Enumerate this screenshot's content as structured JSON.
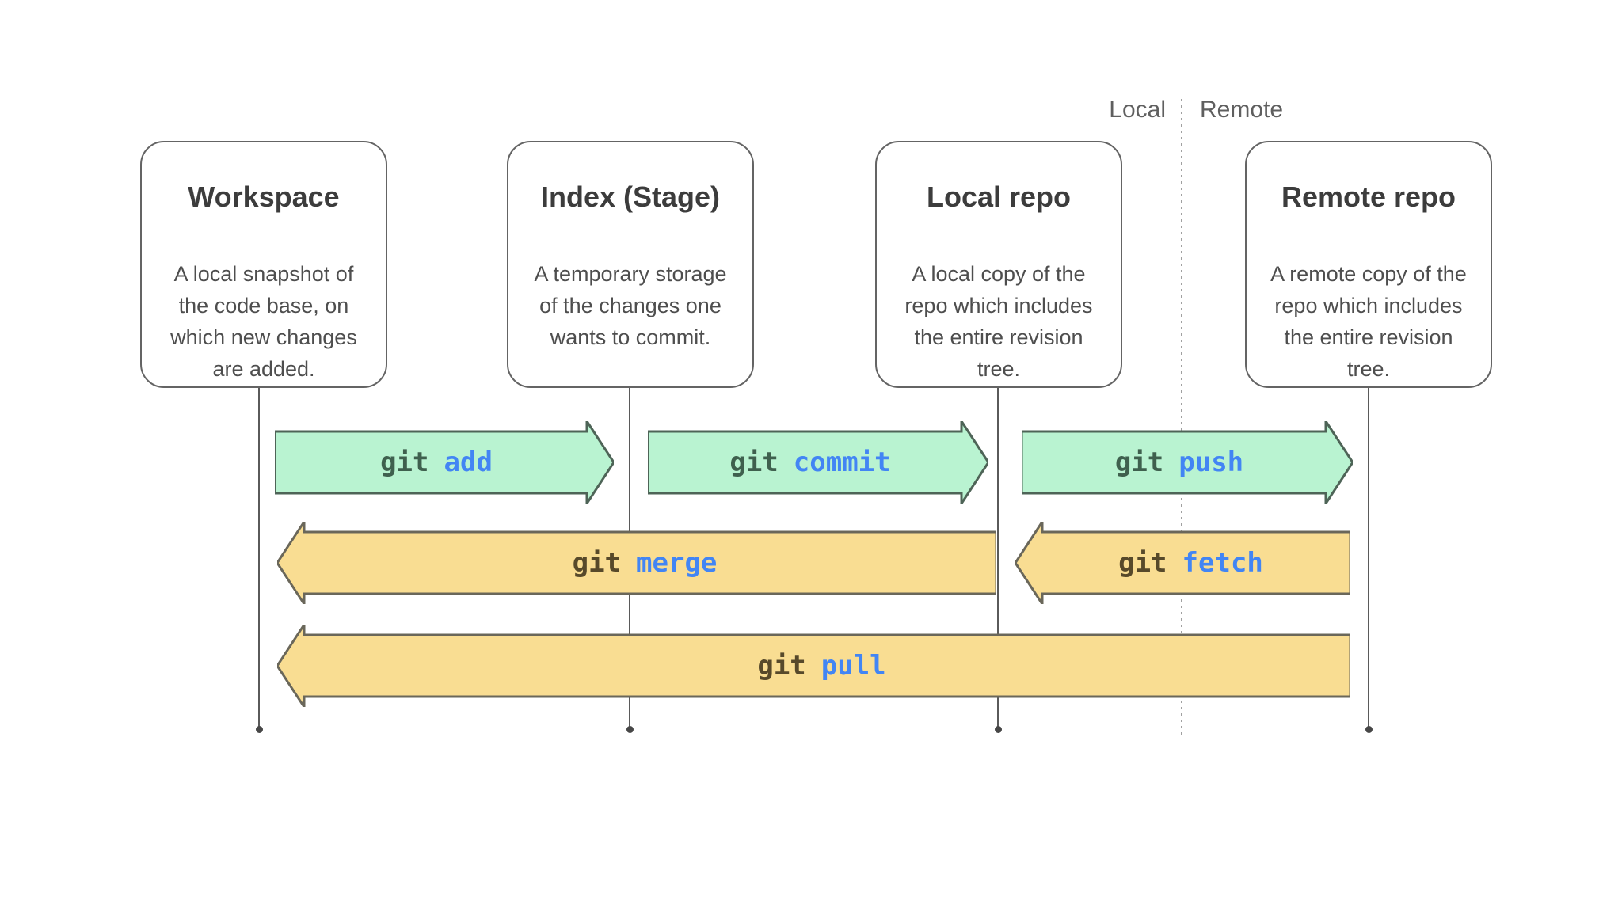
{
  "lanes": {
    "local": "Local",
    "remote": "Remote"
  },
  "nodes": [
    {
      "id": "workspace",
      "title": "Workspace",
      "description": "A local snapshot of the code base, on which new changes are added."
    },
    {
      "id": "index-stage",
      "title": "Index (Stage)",
      "description": "A temporary storage of the changes one wants to commit."
    },
    {
      "id": "local-repo",
      "title": "Local repo",
      "description": "A local copy of the repo which includes the entire revision tree."
    },
    {
      "id": "remote-repo",
      "title": "Remote repo",
      "description": "A remote copy of the repo which includes the entire revision tree."
    }
  ],
  "arrows": [
    {
      "prefix": "git",
      "command": "add",
      "direction": "right",
      "from": "workspace",
      "to": "index-stage",
      "color": "green"
    },
    {
      "prefix": "git",
      "command": "commit",
      "direction": "right",
      "from": "index-stage",
      "to": "local-repo",
      "color": "green"
    },
    {
      "prefix": "git",
      "command": "push",
      "direction": "right",
      "from": "local-repo",
      "to": "remote-repo",
      "color": "green"
    },
    {
      "prefix": "git",
      "command": "merge",
      "direction": "left",
      "from": "local-repo",
      "to": "workspace",
      "color": "yellow"
    },
    {
      "prefix": "git",
      "command": "fetch",
      "direction": "left",
      "from": "remote-repo",
      "to": "local-repo",
      "color": "yellow"
    },
    {
      "prefix": "git",
      "command": "pull",
      "direction": "left",
      "from": "remote-repo",
      "to": "workspace",
      "color": "yellow"
    }
  ],
  "colors": {
    "background": "#ffffff",
    "green-fill": "#b9f3d1",
    "green-stroke": "#4e6457",
    "yellow-fill": "#f9dd92",
    "yellow-stroke": "#6a675a",
    "command-blue": "#4285f4",
    "git-green": "#3f604e",
    "git-olive": "#57492a",
    "line-gray": "#5a5a5a",
    "dot-gray": "#474747",
    "box-border": "#646464",
    "title-color": "#3c3c3c",
    "desc-color": "#4e4e4e",
    "label-gray": "#5f5f5f",
    "divider-gray": "#a0a0a0"
  }
}
